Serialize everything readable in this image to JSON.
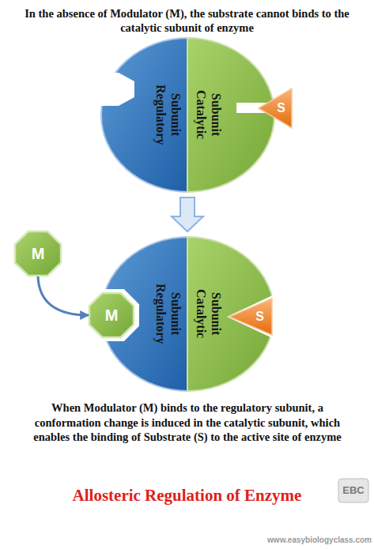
{
  "diagram": {
    "title": "Allosteric Regulation of Enzyme",
    "nodes": [
      {
        "text": [
          "Regulatory Subunit"
        ]
      },
      {
        "text": [
          "Catalytic Subunit"
        ]
      },
      {
        "text": [
          "S"
        ]
      },
      {
        "text": [
          "M"
        ]
      },
      {
        "text": [
          "Regulatory Subunit"
        ]
      },
      {
        "text": [
          "M"
        ]
      },
      {
        "text": [
          "Catalytic Subunit"
        ]
      },
      {
        "text": [
          "S"
        ]
      }
    ],
    "edges": [
      {
        "from": 3,
        "to": 5,
        "arrow": "to"
      }
    ],
    "labels": [
      "In the absence of Modulator (M), the substrate cannot binds to the catalytic subunit of enzyme",
      "When Modulator (M) binds to the regulatory subunit, a conformation change is induced in the catalytic subunit, which enables the binding of Substrate (S) to the active site of enzyme",
      "EBC",
      "www.easybiologyclass.com"
    ]
  }
}
